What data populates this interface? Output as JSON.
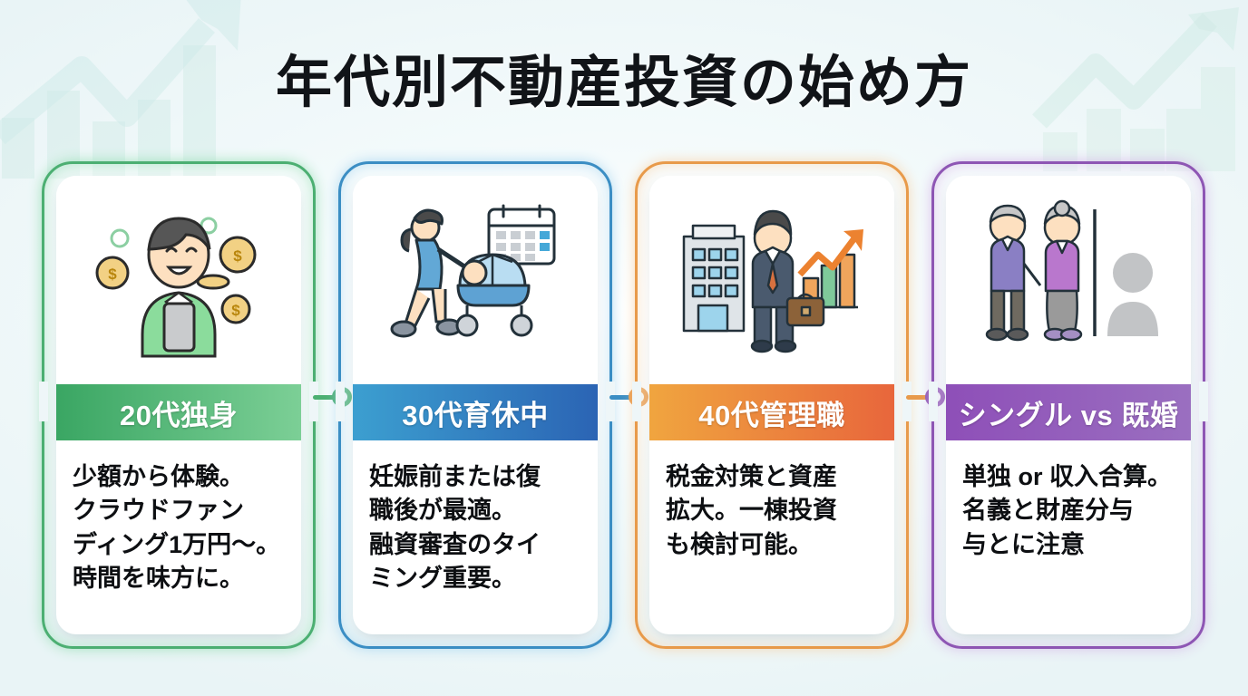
{
  "title": "年代別不動産投資の始め方",
  "theme": {
    "page_bg": "#eef6f8",
    "title_color": "#111418"
  },
  "cards": [
    {
      "id": "card-20s-single",
      "heading": "20代独身",
      "body": "少額から体験。\nクラウドファン\nディング1万円〜。\n時間を味方に。",
      "icon": "young-man-smartphone-coins-icon",
      "accent": "#4caf72",
      "glow": "#8fdcae",
      "band_from": "#3aa663",
      "band_to": "#7ccf96"
    },
    {
      "id": "card-30s-parental-leave",
      "heading": "30代育休中",
      "body": "妊娠前または復\n職後が最適。\n融資審査のタイ\nミング重要。",
      "icon": "mother-stroller-calendar-icon",
      "accent": "#3b8ec4",
      "glow": "#9fd2ef",
      "band_from": "#3c9fd0",
      "band_to": "#2b64b4"
    },
    {
      "id": "card-40s-manager",
      "heading": "40代管理職",
      "body": "税金対策と資産\n拡大。一棟投資\nも検討可能。",
      "icon": "businessman-building-growth-chart-icon",
      "accent": "#e89a4a",
      "glow": "#f6cfa2",
      "band_from": "#f0a53f",
      "band_to": "#e8663c"
    },
    {
      "id": "card-single-vs-married",
      "heading": "シングル vs 既婚",
      "body": "単独 or 収入合算。\n名義と財産分与\n与とに注意",
      "icon": "elderly-couple-single-person-icon",
      "accent": "#8e56b4",
      "glow": "#d3b1e6",
      "band_from": "#8e4fb8",
      "band_to": "#9a6fc0"
    }
  ],
  "connectors": [
    {
      "id": "connector-1-2",
      "line_color": "#4caf72",
      "dot_color": "#4caf72"
    },
    {
      "id": "connector-2-3",
      "line_color": "#3b8ec4",
      "dot_color": "#e89a4a"
    },
    {
      "id": "connector-3-4",
      "line_color": "#e89a4a",
      "dot_color": "#8e56b4"
    }
  ]
}
